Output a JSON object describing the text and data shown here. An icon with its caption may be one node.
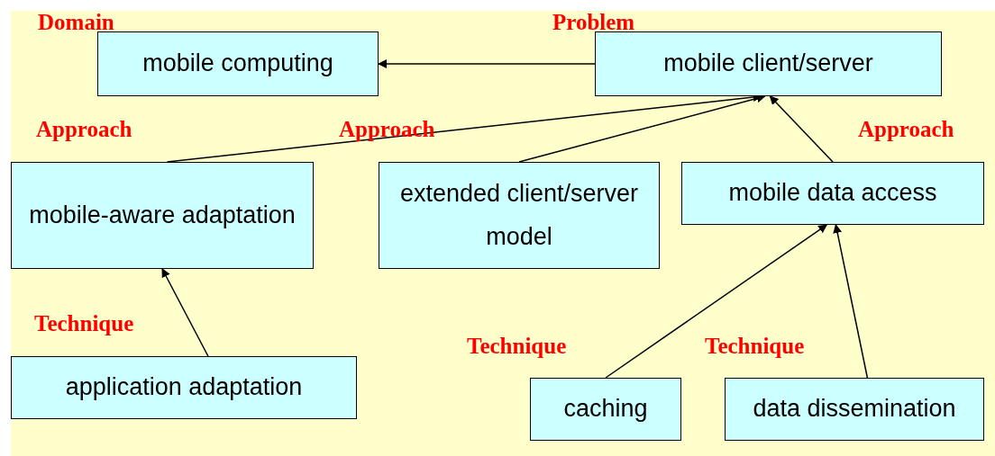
{
  "diagram": {
    "nodes": [
      {
        "text": [
          "mobile computing"
        ],
        "beside": [
          "Domain"
        ]
      },
      {
        "text": [
          "mobile client/server"
        ],
        "beside": [
          "Problem"
        ]
      },
      {
        "text": [
          "mobile-aware adaptation"
        ],
        "beside": [
          "Approach"
        ]
      },
      {
        "text": [
          "extended client/server model"
        ],
        "beside": [
          "Approach"
        ]
      },
      {
        "text": [
          "mobile data access"
        ],
        "beside": [
          "Approach"
        ]
      },
      {
        "text": [
          "application adaptation"
        ],
        "beside": [
          "Technique"
        ]
      },
      {
        "text": [
          "caching"
        ],
        "beside": [
          "Technique"
        ]
      },
      {
        "text": [
          "data dissemination"
        ],
        "beside": [
          "Technique"
        ]
      }
    ],
    "edges": [
      {
        "from": 1,
        "to": 0,
        "arrow": "to"
      },
      {
        "from": 2,
        "to": 1,
        "arrow": "to"
      },
      {
        "from": 3,
        "to": 1,
        "arrow": "to"
      },
      {
        "from": 4,
        "to": 1,
        "arrow": "to"
      },
      {
        "from": 5,
        "to": 2,
        "arrow": "to"
      },
      {
        "from": 6,
        "to": 4,
        "arrow": "to"
      },
      {
        "from": 7,
        "to": 4,
        "arrow": "to"
      }
    ]
  }
}
